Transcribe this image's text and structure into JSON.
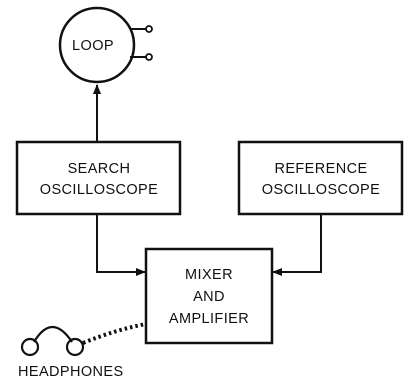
{
  "diagram": {
    "loop": {
      "label": "LOOP"
    },
    "search_oscilloscope": {
      "line1": "SEARCH",
      "line2": "OSCILLOSCOPE"
    },
    "reference_oscilloscope": {
      "line1": "REFERENCE",
      "line2": "OSCILLOSCOPE"
    },
    "mixer_amplifier": {
      "line1": "MIXER",
      "line2": "AND",
      "line3": "AMPLIFIER"
    },
    "headphones": {
      "label": "HEADPHONES"
    }
  }
}
